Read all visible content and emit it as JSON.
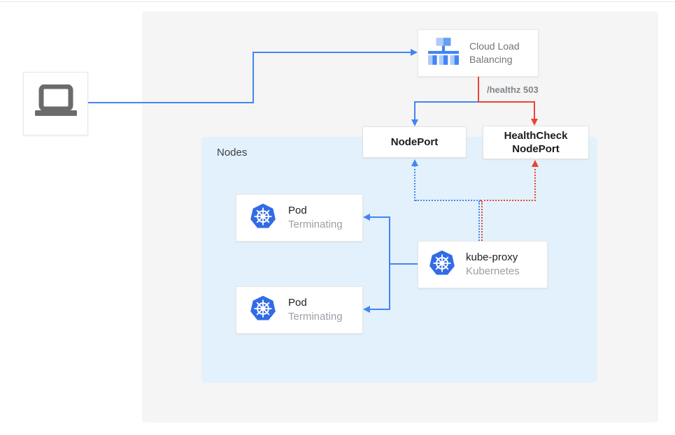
{
  "diagram": {
    "client": {
      "icon": "laptop-icon"
    },
    "load_balancer": {
      "label": "Cloud Load Balancing",
      "icon": "cloud-load-balancing-icon"
    },
    "healthz_label": "/healthz 503",
    "nodeport_label": "NodePort",
    "healthcheck_nodeport_label": "HealthCheck NodePort",
    "nodes_container_label": "Nodes",
    "pods": [
      {
        "title": "Pod",
        "status": "Terminating",
        "icon": "kubernetes-helm-icon"
      },
      {
        "title": "Pod",
        "status": "Terminating",
        "icon": "kubernetes-helm-icon"
      }
    ],
    "kube_proxy": {
      "title": "kube-proxy",
      "subtitle": "Kubernetes",
      "icon": "kubernetes-helm-icon"
    },
    "colors": {
      "blue": "#4285f4",
      "red": "#ea4335",
      "kubernetes_blue": "#326ce5",
      "nodes_background": "#e3f1fc",
      "panel_background": "#f5f5f5",
      "muted_text": "#9aa0a6"
    }
  }
}
